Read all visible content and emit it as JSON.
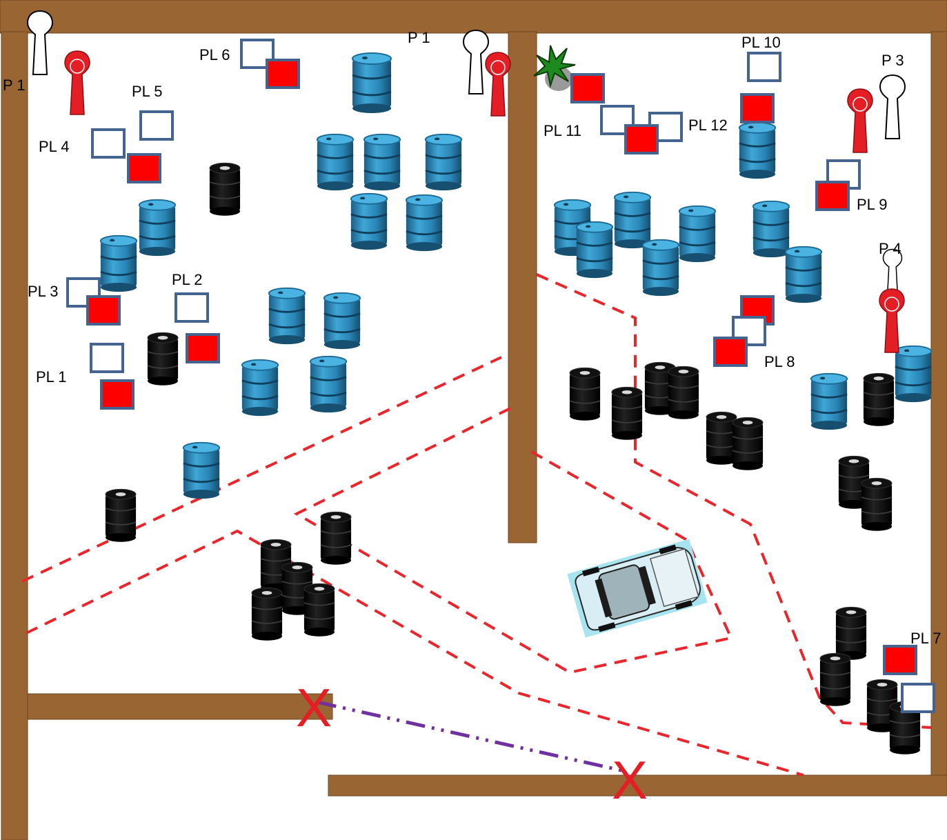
{
  "colors": {
    "wall": "#996633",
    "wall_edge": "#6b4520",
    "route": "#e8262b",
    "link": "#7030a0",
    "marker": "#e31e24",
    "square_stroke": "#44648f",
    "square_fill": "#ff0000",
    "barrel_blue": "#2e87b8",
    "barrel_black": "#0a0a0a",
    "car": "#a8e4f0",
    "plant": "#1d8a1d"
  },
  "labels": {
    "p1_left": "P 1",
    "p1_top": "P 1",
    "p3": "P 3",
    "p4": "P 4",
    "pl1": "PL 1",
    "pl2": "PL 2",
    "pl3": "PL 3",
    "pl4": "PL 4",
    "pl5": "PL 5",
    "pl6": "PL 6",
    "pl7": "PL 7",
    "pl8": "PL 8",
    "pl9": "PL 9",
    "pl10": "PL 10",
    "pl11": "PL 11",
    "pl12": "PL 12",
    "x_mark_1": "X",
    "x_mark_2": "X"
  },
  "icons": {
    "blue_barrel": "blue-oil-drum-icon",
    "black_barrel": "black-tire-stack-icon",
    "white_pin": "white-figure-marker-icon",
    "red_pin": "red-figure-marker-icon",
    "car": "car-top-view-icon",
    "plant": "palm-plant-icon",
    "empty_box": "empty-placement-square-icon",
    "filled_box": "filled-placement-square-icon"
  }
}
